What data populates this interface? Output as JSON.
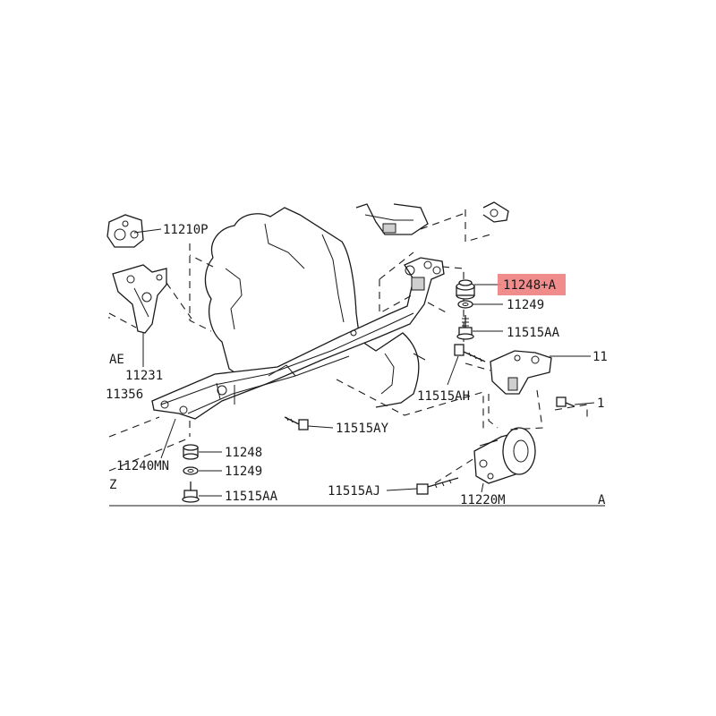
{
  "diagram": {
    "highlight_color": "#f08080",
    "labels": {
      "p11210P": "11210P",
      "p11231": "11231",
      "pAE": "AE",
      "p11356": "11356",
      "p11240MN": "11240MN",
      "pZ": "Z",
      "p11248_left": "11248",
      "p11249_left": "11249",
      "p11515AA_left": "11515AA",
      "p11515AY": "11515AY",
      "p11515AJ": "11515AJ",
      "p11220M": "11220M",
      "p11248A": "11248+A",
      "p11249_right": "11249",
      "p11515AA_right": "11515AA",
      "p11515AH": "11515AH",
      "p11_right": "11",
      "p1_right": "1",
      "pA_corner": "A"
    }
  }
}
